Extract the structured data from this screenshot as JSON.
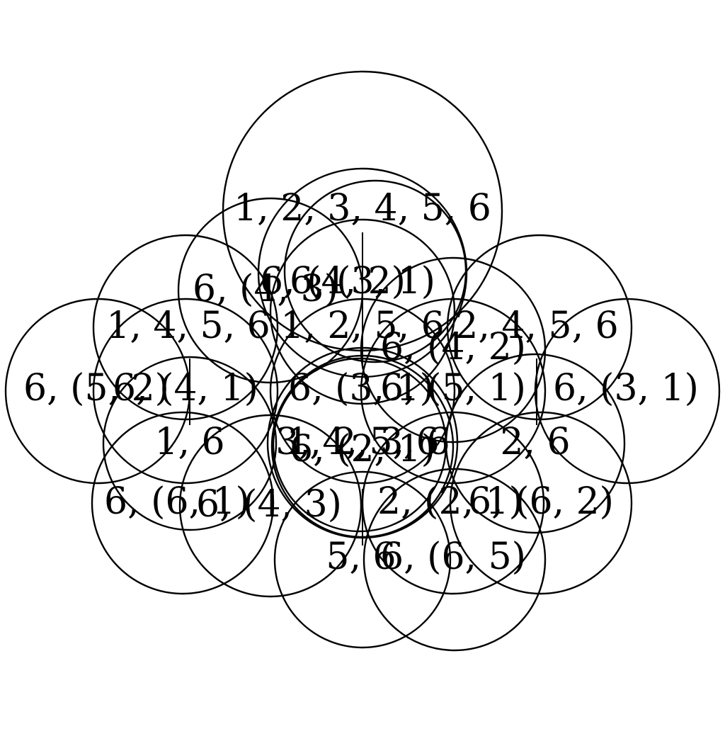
{
  "diagram": {
    "type": "overlapping-circle-diagram",
    "stroke_color": "#000000",
    "background": "#ffffff",
    "nodes": [
      {
        "id": "n1",
        "label": "1, 2, 3, 4, 5, 6"
      },
      {
        "id": "n2",
        "label": "6, (4, 3)"
      },
      {
        "id": "n3",
        "label": "6, (4, 2)"
      },
      {
        "id": "n4",
        "label": "6, (3, 1)"
      },
      {
        "id": "n5",
        "label": "1, 4, 5, 6"
      },
      {
        "id": "n6",
        "label": "1, 2, 5, 6"
      },
      {
        "id": "n7",
        "label": "2, 4, 5, 6"
      },
      {
        "id": "n8",
        "label": "6, (4, 2)"
      },
      {
        "id": "n9",
        "label": "6, (5, 2)"
      },
      {
        "id": "n10",
        "label": "6, (4, 1)"
      },
      {
        "id": "n11",
        "label": "6, (3, 1)"
      },
      {
        "id": "n12",
        "label": "6, (5, 1)"
      },
      {
        "id": "n13",
        "label": "6, (3, 1)"
      },
      {
        "id": "n14",
        "label": "1, 6"
      },
      {
        "id": "n15",
        "label": "2, 6"
      },
      {
        "id": "n16",
        "label": "3, 4, 5, 6"
      },
      {
        "id": "n17",
        "label": "1, 2, 3, 6"
      },
      {
        "id": "n18",
        "label": "6, (2, 1)"
      },
      {
        "id": "n19",
        "label": "6, (6, 1)"
      },
      {
        "id": "n20",
        "label": "6, (4, 3)"
      },
      {
        "id": "n21",
        "label": "2, (2, 1)"
      },
      {
        "id": "n22",
        "label": "6, (6, 2)"
      },
      {
        "id": "n23",
        "label": "5, 6"
      },
      {
        "id": "n24",
        "label": "6, (6, 5)"
      }
    ]
  }
}
